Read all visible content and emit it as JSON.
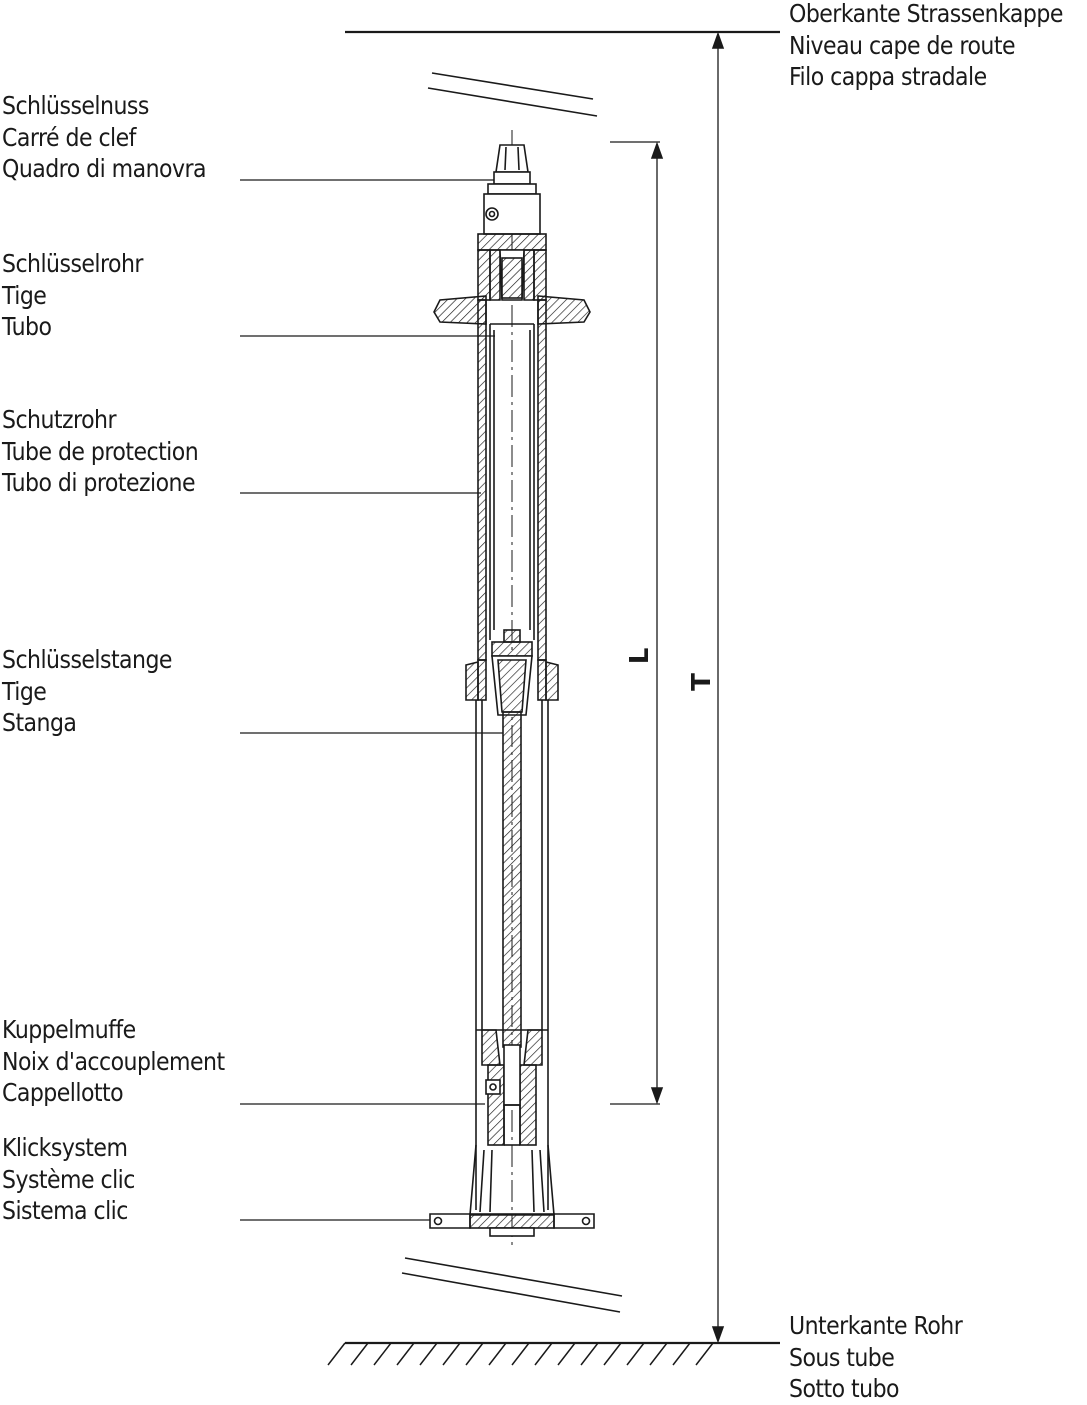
{
  "labels": {
    "key_nut": [
      "Schlüsselnuss",
      "Carré de clef",
      "Quadro di manovra"
    ],
    "key_tube": [
      "Schlüsselrohr",
      "Tige",
      "Tubo"
    ],
    "protection_tube": [
      "Schutzrohr",
      "Tube de protection",
      "Tubo di protezione"
    ],
    "key_rod": [
      "Schlüsselstange",
      "Tige",
      "Stanga"
    ],
    "coupling_sleeve": [
      "Kuppelmuffe",
      "Noix d'accouplement",
      "Cappellotto"
    ],
    "click_system": [
      "Klicksystem",
      "Système clic",
      "Sistema clic"
    ],
    "road_cap_top": [
      "Oberkante Strassenkappe",
      "Niveau cape de route",
      "Filo cappa stradale"
    ],
    "pipe_bottom": [
      "Unterkante Rohr",
      "Sous tube",
      "Sotto tubo"
    ]
  },
  "dimensions": {
    "L": "L",
    "T": "T"
  },
  "colors": {
    "line": "#1a1a1a",
    "background": "#ffffff"
  }
}
